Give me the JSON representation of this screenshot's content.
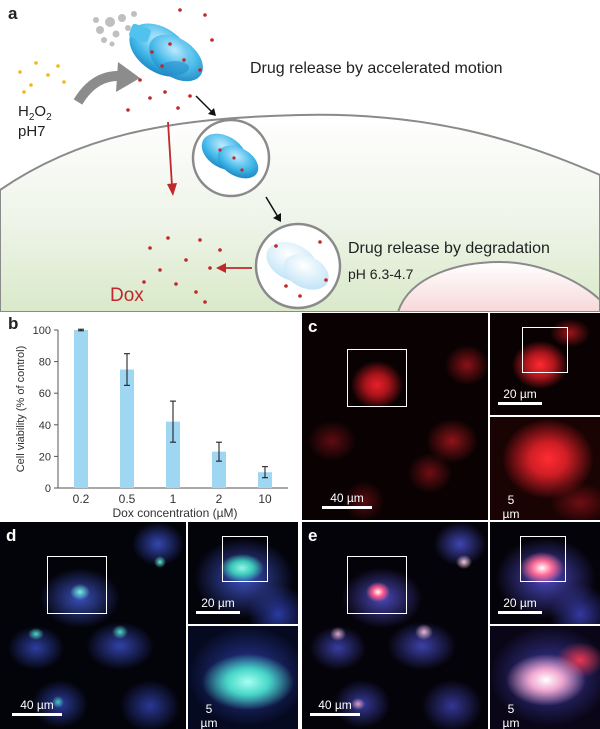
{
  "panel_a": {
    "label": "a",
    "reagent_line1": "H",
    "reagent_sub1": "2",
    "reagent_mid": "O",
    "reagent_sub2": "2",
    "reagent_line2": "pH7",
    "release_motion": "Drug release by accelerated motion",
    "release_degradation": "Drug release by degradation",
    "ph_range": "pH 6.3-4.7",
    "dox_label": "Dox",
    "colors": {
      "dox_red": "#c0282c",
      "motor_blue": "#3fb7e8",
      "cell_green": "#e3eedb"
    }
  },
  "panel_b": {
    "label": "b"
  },
  "chart_data": {
    "type": "bar",
    "categories": [
      "0.2",
      "0.5",
      "1",
      "2",
      "10"
    ],
    "values": [
      100,
      75,
      42,
      23,
      10
    ],
    "errors": [
      0.5,
      10,
      13,
      6,
      3.5
    ],
    "xlabel": "Dox concentration (µM)",
    "ylabel": "Cell viability (% of control)",
    "ylim": [
      0,
      100
    ],
    "yticks": [
      0,
      20,
      40,
      60,
      80,
      100
    ],
    "bar_color": "#9fd7f3",
    "grid": false
  },
  "panel_c": {
    "label": "c",
    "scale_main": "40 µm",
    "scale_zoom1": "20 µm",
    "scale_zoom2": "5 µm"
  },
  "panel_d": {
    "label": "d",
    "scale_main": "40 µm",
    "scale_zoom1": "20 µm",
    "scale_zoom2": "5 µm"
  },
  "panel_e": {
    "label": "e",
    "scale_main": "40 µm",
    "scale_zoom1": "20 µm",
    "scale_zoom2": "5 µm"
  }
}
